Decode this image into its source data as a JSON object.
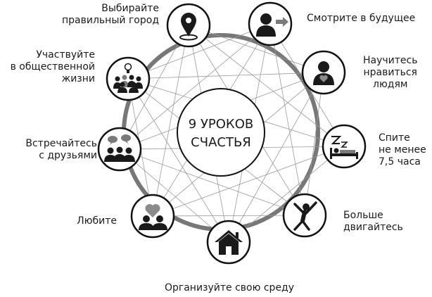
{
  "center_title": [
    "9 УРОКОВ",
    "СЧАСТЬЯ"
  ],
  "lessons": [
    {
      "label": [
        "Выбирайте",
        "правильный город"
      ],
      "icon": "location-pin-icon"
    },
    {
      "label": [
        "Смотрите в будущее"
      ],
      "icon": "person-arrow-icon"
    },
    {
      "label": [
        "Научитесь",
        "нравиться",
        "людям"
      ],
      "icon": "person-heart-icon"
    },
    {
      "label": [
        "Спите",
        "не менее",
        "7,5 часа"
      ],
      "icon": "sleep-bed-icon"
    },
    {
      "label": [
        "Больше",
        "двигайтесь"
      ],
      "icon": "jumping-person-icon"
    },
    {
      "label": [
        "Организуйте свою среду"
      ],
      "icon": "house-icon"
    },
    {
      "label": [
        "Любите"
      ],
      "icon": "couple-heart-icon"
    },
    {
      "label": [
        "Встречайтесь",
        "с друзьями"
      ],
      "icon": "friends-chat-icon"
    },
    {
      "label": [
        "Участвуйте",
        "в общественной",
        "жизни"
      ],
      "icon": "community-idea-icon"
    }
  ],
  "colors": {
    "ring": "#777777",
    "web": "#9a9a9a",
    "icon": "#1a1a1a",
    "accent": "#7a7a7a"
  }
}
